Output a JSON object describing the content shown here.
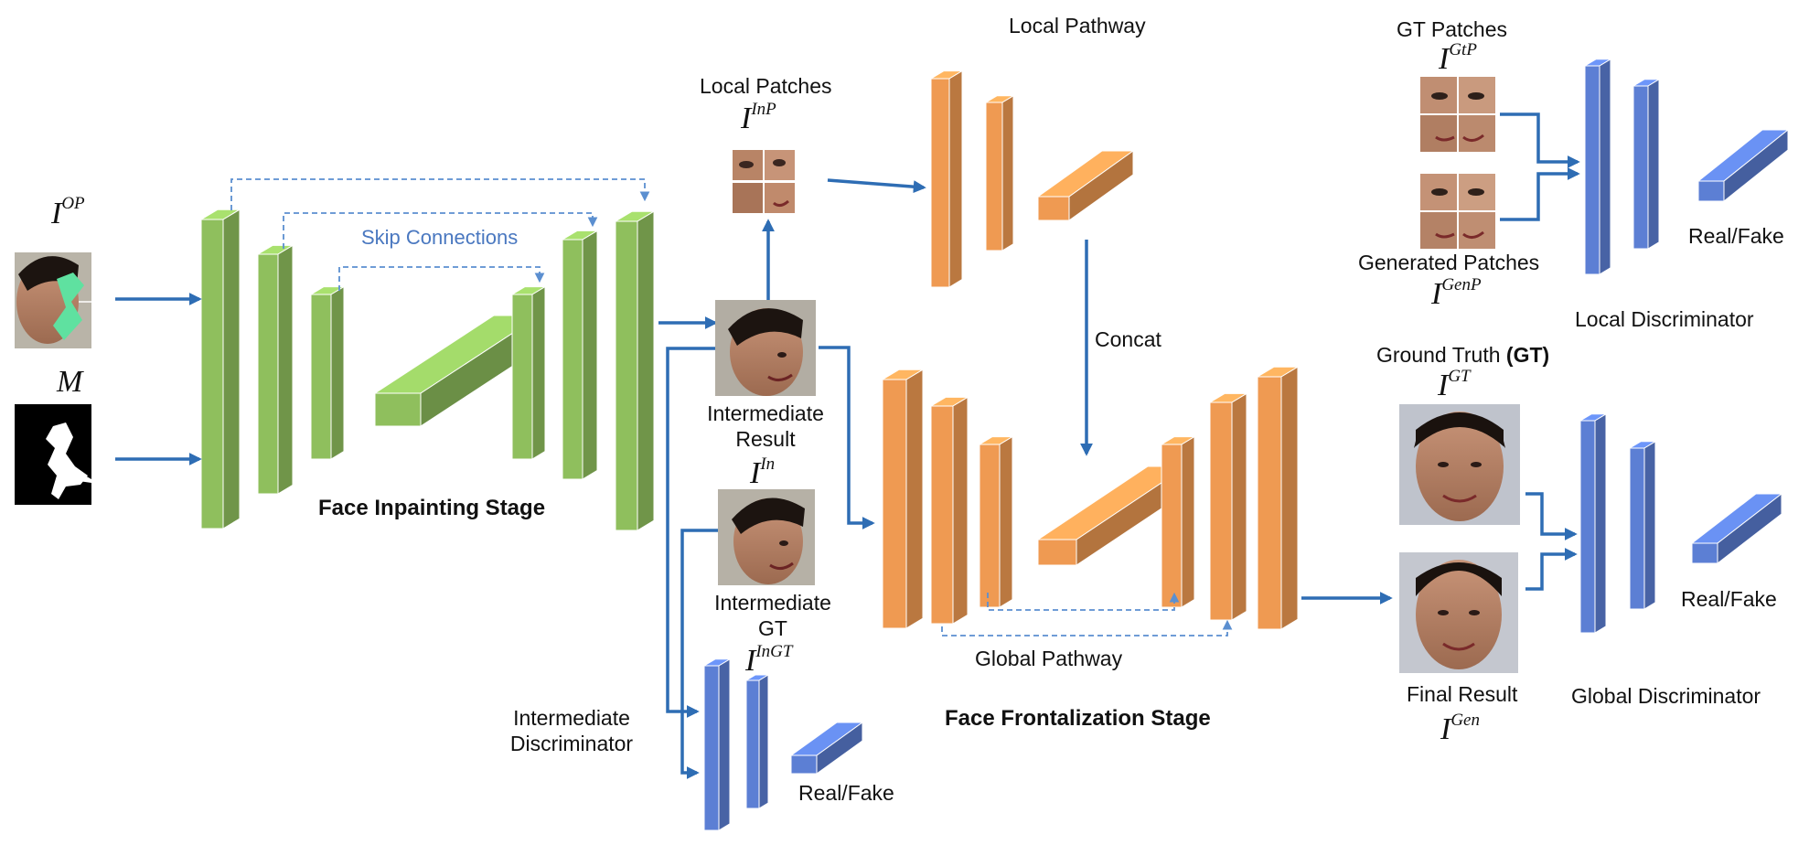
{
  "labels": {
    "iop_base": "I",
    "iop_sup": "OP",
    "m": "M",
    "skip": "Skip Connections",
    "inpaint_stage": "Face Inpainting Stage",
    "local_patches": "Local Patches",
    "inp_base": "I",
    "inp_sup": "InP",
    "intermediate_result_1": "Intermediate",
    "intermediate_result_2": "Result",
    "in_base": "I",
    "in_sup": "In",
    "intermediate_gt_1": "Intermediate",
    "intermediate_gt_2": "GT",
    "ingt_base": "I",
    "ingt_sup": "InGT",
    "inter_disc_1": "Intermediate",
    "inter_disc_2": "Discriminator",
    "real_fake_1": "Real/Fake",
    "local_pathway": "Local Pathway",
    "concat": "Concat",
    "global_pathway": "Global Pathway",
    "frontal_stage": "Face Frontalization Stage",
    "gt_patches": "GT Patches",
    "gtp_base": "I",
    "gtp_sup": "GtP",
    "gen_patches": "Generated Patches",
    "genp_base": "I",
    "genp_sup": "GenP",
    "real_fake_2": "Real/Fake",
    "local_disc": "Local Discriminator",
    "ground_truth_a": "Ground Truth ",
    "ground_truth_b": "(GT)",
    "gt_base": "I",
    "gt_sup": "GT",
    "final_result": "Final Result",
    "gen_base": "I",
    "gen_sup": "Gen",
    "real_fake_3": "Real/Fake",
    "global_disc": "Global Discriminator"
  },
  "colors": {
    "inpaint_blocks": "#8fbf5d",
    "frontal_blocks": "#ef9a52",
    "disc_blocks": "#5c7fd4",
    "arrows": "#2e6db4",
    "skip_text": "#4a78c0"
  },
  "icons": [
    "occluded-face-image",
    "mask-image",
    "face-image",
    "face-patch-image"
  ]
}
